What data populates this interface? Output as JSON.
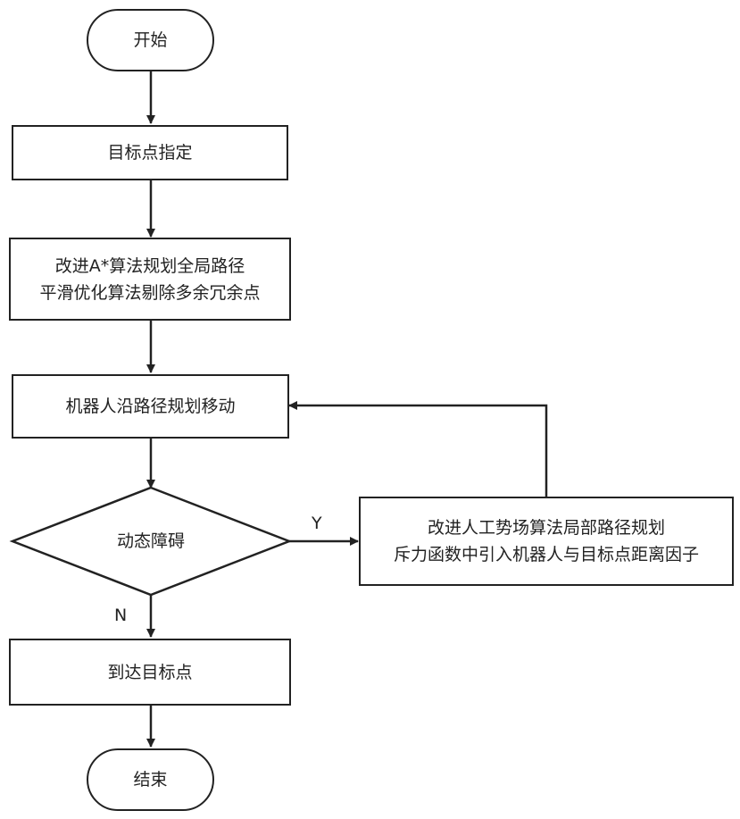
{
  "flowchart": {
    "start": "开始",
    "set_target": "目标点指定",
    "global_plan": {
      "line1": "改进A*算法规划全局路径",
      "line2": "平滑优化算法剔除多余冗余点"
    },
    "move": "机器人沿路径规划移动",
    "decision": "动态障碍",
    "local_plan": {
      "line1": "改进人工势场算法局部路径规划",
      "line2": "斥力函数中引入机器人与目标点距离因子"
    },
    "arrive": "到达目标点",
    "end": "结束",
    "yes_label": "Y",
    "no_label": "N"
  }
}
